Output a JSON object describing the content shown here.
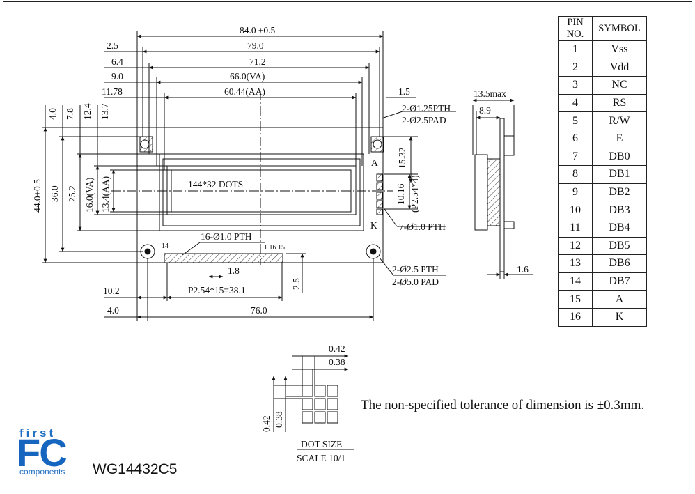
{
  "title_block": {
    "logo_top": "first",
    "logo_main": "FC",
    "logo_bottom": "components",
    "model": "WG14432C5"
  },
  "note": "The non-specified tolerance of dimension is  ±0.3mm.",
  "pin_table": {
    "headers": [
      "PIN NO.",
      "SYMBOL"
    ],
    "rows": [
      [
        "1",
        "Vss"
      ],
      [
        "2",
        "Vdd"
      ],
      [
        "3",
        "NC"
      ],
      [
        "4",
        "RS"
      ],
      [
        "5",
        "R/W"
      ],
      [
        "6",
        "E"
      ],
      [
        "7",
        "DB0"
      ],
      [
        "8",
        "DB1"
      ],
      [
        "9",
        "DB2"
      ],
      [
        "10",
        "DB3"
      ],
      [
        "11",
        "DB4"
      ],
      [
        "12",
        "DB5"
      ],
      [
        "13",
        "DB6"
      ],
      [
        "14",
        "DB7"
      ],
      [
        "15",
        "A"
      ],
      [
        "16",
        "K"
      ]
    ]
  },
  "dims": {
    "overall_width": "84.0 ±0.5",
    "pcb_hole_span": "79.0",
    "bezel_width": "71.2",
    "va_width": "66.0(VA)",
    "aa_width": "60.44(AA)",
    "left_2_5": "2.5",
    "left_6_4": "6.4",
    "left_9_0": "9.0",
    "left_11_78": "11.78",
    "right_1_5": "1.5",
    "hole_pth": "2-Ø1.25PTH",
    "hole_pad": "2-Ø2.5PAD",
    "top_4_0": "4.0",
    "top_7_8": "7.8",
    "top_12_4": "12.4",
    "top_13_7": "13.7",
    "height_overall": "44.0±0.5",
    "height_36": "36.0",
    "height_25_2": "25.2",
    "height_va": "16.0(VA)",
    "height_aa": "13.4(AA)",
    "dots": "144*32 DOTS",
    "right_15_32": "15.32",
    "right_10_16": "10.16",
    "pitch_vertical": "(P2.54*4)",
    "label_a": "A",
    "label_k": "K",
    "pth_7": "7-Ø1.0 PTH",
    "pth_16": "16-Ø1.0 PTH",
    "pin_14": "14",
    "pin_1_16_15": "1 16  15",
    "pin_width": "1.8",
    "pitch_row": "P2.54*15=38.1",
    "dim_2_5_bottom": "2.5",
    "mount_pth": "2-Ø2.5 PTH",
    "mount_pad": "2-Ø5.0 PAD",
    "left_10_2": "10.2",
    "left_4_0_bottom": "4.0",
    "bottom_76": "76.0",
    "side_13_5": "13.5max",
    "side_8_9": "8.9",
    "side_1_6": "1.6",
    "dot_042_h": "0.42",
    "dot_038_h": "0.38",
    "dot_042_v": "0.42",
    "dot_038_v": "0.38",
    "dot_title": "DOT SIZE",
    "dot_scale": "SCALE 10/1"
  }
}
